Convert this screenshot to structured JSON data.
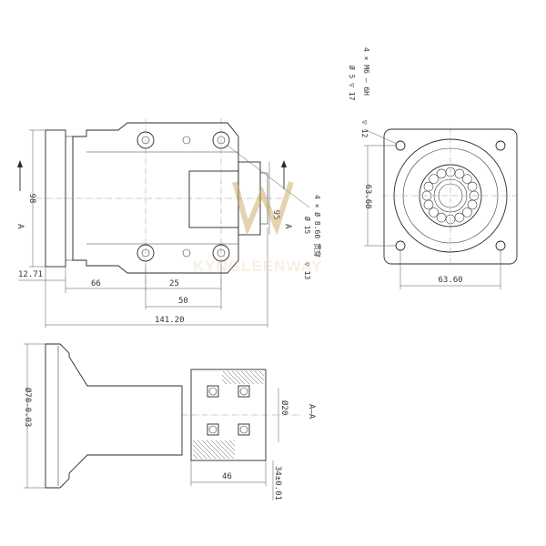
{
  "dims": {
    "d98": "98",
    "d12_71": "12.71",
    "d66": "66",
    "d25": "25",
    "d50": "50",
    "d141_20": "141.20",
    "d95": "95",
    "d63_60_v": "63.60",
    "d63_60_h": "63.60",
    "d70": "Ø70-0.03",
    "d20": "Ø20",
    "d46": "46",
    "d34": "34±0.01"
  },
  "labels": {
    "sectionA_left": "A",
    "sectionA_right": "A",
    "sectionAA": "A—A"
  },
  "callouts": {
    "top_threads": [
      "4 × M6 — 6H",
      "Ø 5 ▽ 17",
      "▽ 12"
    ],
    "side_holes": [
      "4 × Ø 8.60 贯穿",
      "Ø 15",
      "▽ 13"
    ]
  },
  "watermark": "KYNGLEENWAY"
}
